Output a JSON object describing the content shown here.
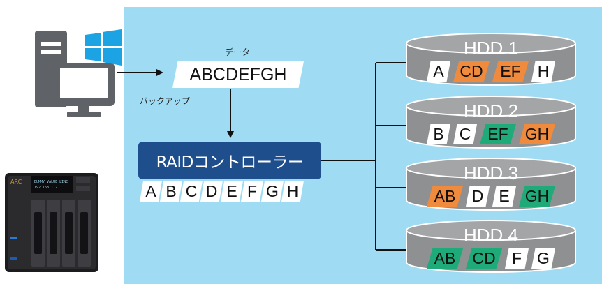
{
  "labels": {
    "data": "データ",
    "backup": "バックアップ",
    "data_string": "ABCDEFGH",
    "raid_controller": "RAIDコントローラー"
  },
  "raid_letters": [
    "A",
    "B",
    "C",
    "D",
    "E",
    "F",
    "G",
    "H"
  ],
  "hdds": [
    {
      "name": "HDD 1",
      "blocks": [
        {
          "t": "A",
          "c": "white"
        },
        {
          "t": "CD",
          "c": "orange"
        },
        {
          "t": "EF",
          "c": "orange"
        },
        {
          "t": "H",
          "c": "white"
        }
      ]
    },
    {
      "name": "HDD 2",
      "blocks": [
        {
          "t": "B",
          "c": "white"
        },
        {
          "t": "C",
          "c": "white"
        },
        {
          "t": "EF",
          "c": "green"
        },
        {
          "t": "GH",
          "c": "orange"
        }
      ]
    },
    {
      "name": "HDD 3",
      "blocks": [
        {
          "t": "AB",
          "c": "orange"
        },
        {
          "t": "D",
          "c": "white"
        },
        {
          "t": "E",
          "c": "white"
        },
        {
          "t": "GH",
          "c": "green"
        }
      ]
    },
    {
      "name": "HDD 4",
      "blocks": [
        {
          "t": "AB",
          "c": "green"
        },
        {
          "t": "CD",
          "c": "green"
        },
        {
          "t": "F",
          "c": "white"
        },
        {
          "t": "G",
          "c": "white"
        }
      ]
    }
  ],
  "nas_display": "Dummy Value Line 192.168.1.2",
  "colors": {
    "panel_bg": "#9fdcf4",
    "raid_box": "#1f4e8c",
    "disk_gray": "#9a9c9e",
    "parity_orange": "#f08a3c",
    "parity_green": "#1faa7a",
    "windows_blue": "#1ca3e3",
    "pc_gray": "#5f6368"
  }
}
